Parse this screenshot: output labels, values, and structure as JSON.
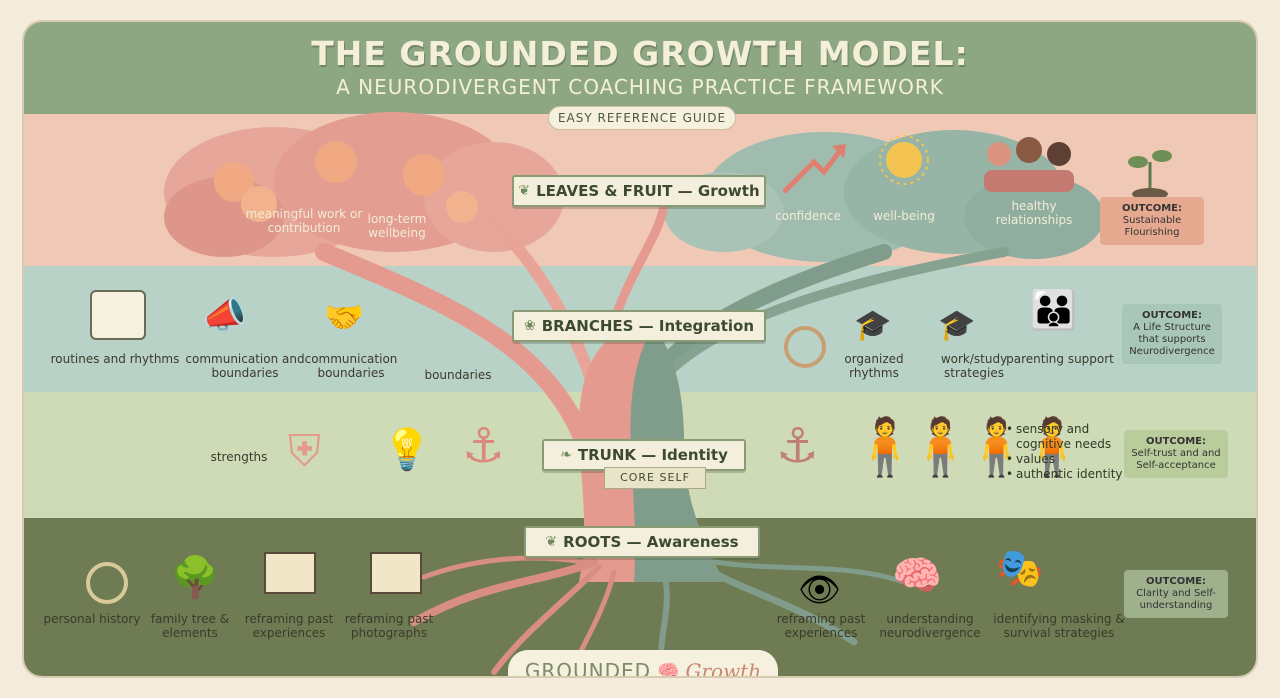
{
  "header": {
    "title": "THE GROUNDED GROWTH MODEL:",
    "subtitle": "A NEURODIVERGENT COACHING PRACTICE FRAMEWORK",
    "guide": "EASY REFERENCE GUIDE"
  },
  "layers": {
    "leaves": {
      "label": "LEAVES & FRUIT — Growth",
      "items": [
        "meaningful work or contribution",
        "long-term wellbeing",
        "confidence",
        "well-being",
        "healthy relationships"
      ],
      "outcome_head": "OUTCOME:",
      "outcome_text": "Sustainable Flourishing"
    },
    "branches": {
      "label": "BRANCHES — Integration",
      "items": [
        "routines and rhythms",
        "communication and boundaries",
        "communication boundaries",
        "boundaries",
        "organized rhythms",
        "work/study strategies",
        "parenting support"
      ],
      "outcome_head": "OUTCOME:",
      "outcome_text": "A Life Structure that supports Neurodivergence"
    },
    "trunk": {
      "label": "TRUNK — Identity",
      "core": "CORE SELF",
      "items": [
        "strengths"
      ],
      "bullets": [
        "sensory and cognitive needs",
        "values",
        "authentic identity"
      ],
      "outcome_head": "OUTCOME:",
      "outcome_text": "Self-trust and and Self-acceptance"
    },
    "roots": {
      "label": "ROOTS — Awareness",
      "items": [
        "personal history",
        "family tree & elements",
        "reframing past experiences",
        "reframing past photographs",
        "reframing past experiences",
        "understanding neurodivergence",
        "identifying masking & survival strategies"
      ],
      "outcome_head": "OUTCOME:",
      "outcome_text": "Clarity and Self-understanding"
    }
  },
  "logo": {
    "part1": "GROUNDED",
    "part2": "Growth"
  },
  "colors": {
    "header": "#8ea783",
    "leaves": "#efc8b6",
    "branches": "#b9d2c8",
    "trunk": "#cfdbb6",
    "roots": "#6f7b52",
    "tree_pink": "#e59a8f",
    "tree_green": "#7f9d8a"
  },
  "icons": [
    "seedling-icon",
    "calendar-clock-icon",
    "megaphone-icon",
    "handshake-icon",
    "magnifier-icon",
    "graduation-cap-icon",
    "family-icon",
    "shield-icon",
    "lightbulb-gears-icon",
    "anchor-icon",
    "people-group-icon",
    "tree-icon",
    "photo-frames-icon",
    "eye-icon",
    "brain-icon",
    "masks-icon",
    "sun-icon",
    "arrow-up-icon"
  ]
}
